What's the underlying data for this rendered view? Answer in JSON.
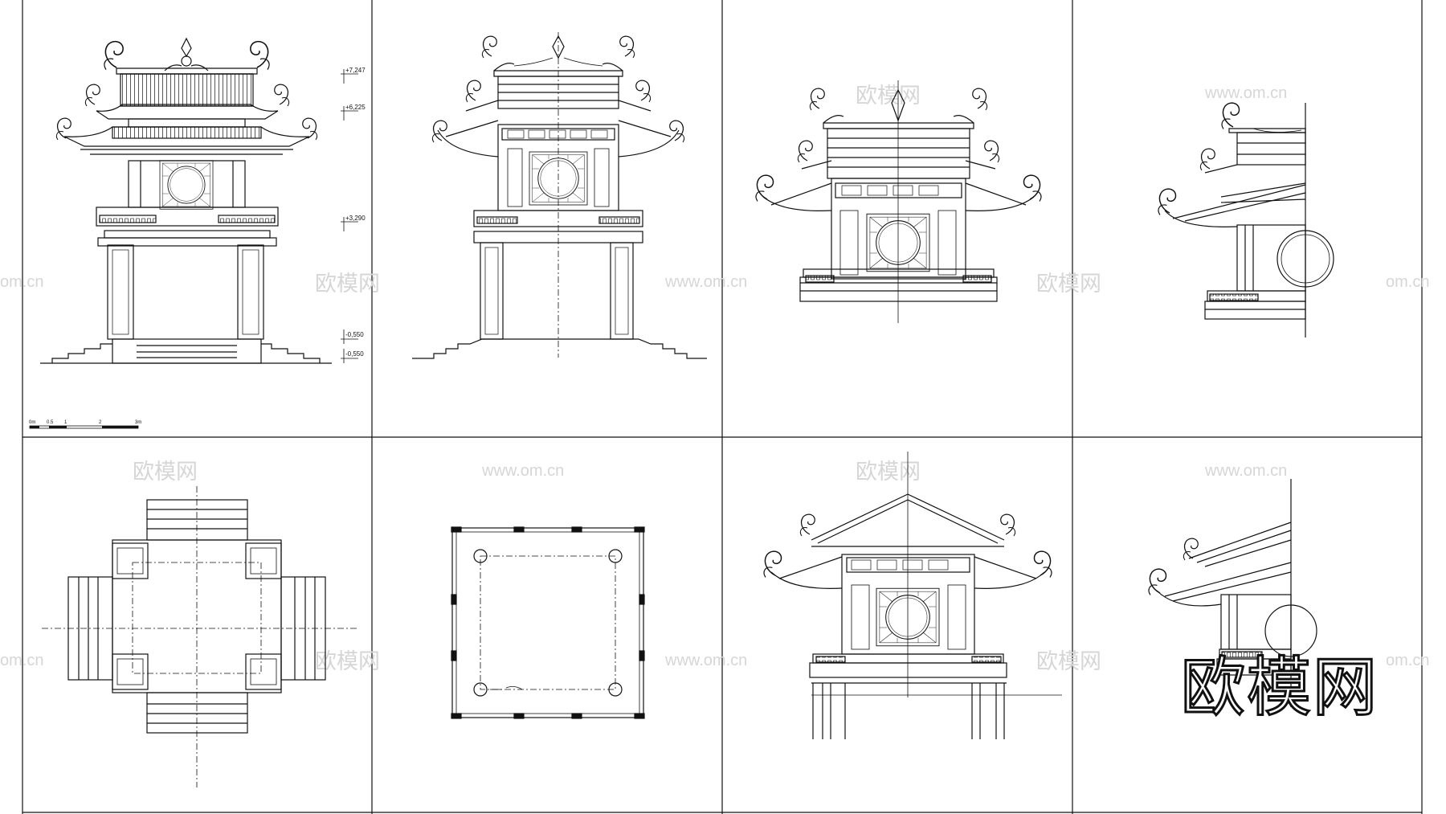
{
  "sheet": {
    "background": "#ffffff",
    "line_color": "#111111",
    "watermark_color": "#d6d6d6"
  },
  "watermark": {
    "site_name": "欧模网",
    "url": "www.om.cn",
    "url_fragment": "om.cn"
  },
  "logo": {
    "text": "欧模网"
  },
  "elevation_marks": {
    "top": "+7,247",
    "upper_eave": "+6,225",
    "floor": "+3,290",
    "base_1": "-0,550",
    "base_2": "-0,550"
  },
  "scale_bar": {
    "labels": [
      "0m",
      "0.5",
      "1",
      "2",
      "3m"
    ]
  },
  "panels": [
    {
      "id": "front-elevation",
      "row": 1,
      "col": 1
    },
    {
      "id": "section-elevation",
      "row": 1,
      "col": 2
    },
    {
      "id": "upper-pavilion-elevation",
      "row": 1,
      "col": 3
    },
    {
      "id": "upper-pavilion-detail",
      "row": 1,
      "col": 4
    },
    {
      "id": "base-plan",
      "row": 2,
      "col": 1
    },
    {
      "id": "floor-plan",
      "row": 2,
      "col": 2
    },
    {
      "id": "gable-section",
      "row": 2,
      "col": 3
    },
    {
      "id": "eave-detail",
      "row": 2,
      "col": 4
    }
  ]
}
